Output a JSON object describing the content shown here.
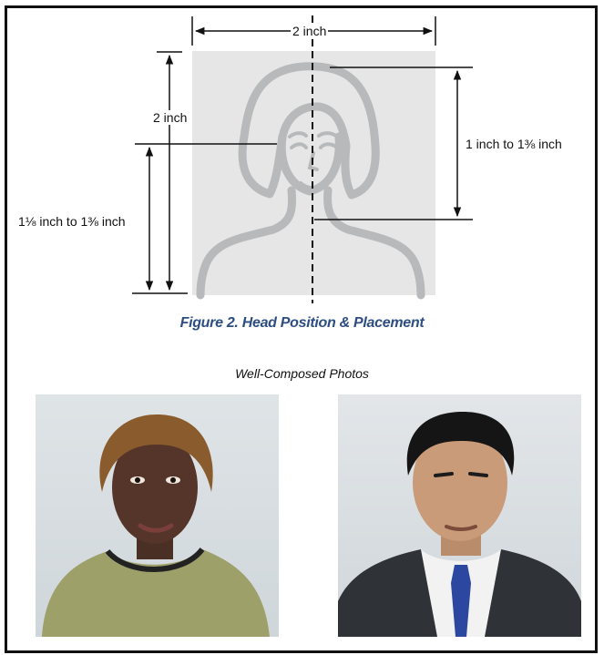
{
  "diagram": {
    "width_label": "2 inch",
    "head_top_to_chin_label": "1 inch to 1⅜ inch",
    "height_label": "2 inch",
    "eye_height_label": "1⅛ inch to 1⅜ inch",
    "caption": "Figure 2. Head Position & Placement"
  },
  "examples": {
    "heading": "Well-Composed Photos",
    "photos": [
      {
        "subject": "woman-portrait"
      },
      {
        "subject": "man-portrait"
      }
    ]
  },
  "colors": {
    "caption": "#2d4e82",
    "silhouette_fill": "#e6e6e6",
    "silhouette_stroke": "#b7b9bb",
    "photo_background": "#d9dfe3"
  }
}
